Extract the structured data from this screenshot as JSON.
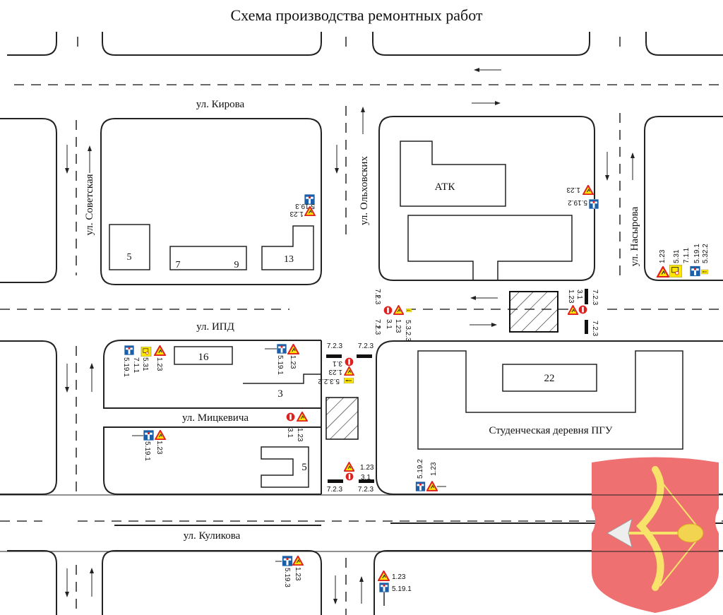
{
  "title": "Схема производства ремонтных работ",
  "streets": {
    "kirova": "ул. Кирова",
    "sovetskaya": "ул. Советская",
    "olkhovskikh": "ул. Ольховских",
    "nasyrova": "ул. Насырова",
    "ipd": "ул. ИПД",
    "mitskevicha": "ул. Мицкевича",
    "kulikova": "ул. Куликова"
  },
  "buildings": {
    "b5": "5",
    "b7": "7",
    "b9": "9",
    "b13": "13",
    "atk": "АТК",
    "b16": "16",
    "b3": "3",
    "b5b": "5",
    "b22": "22",
    "student_village": "Студенческая деревня ПГУ"
  },
  "signs": {
    "s1": "5.19.3",
    "s2": "1.23",
    "s3": "1.23",
    "s4": "5.19.2",
    "s5": "1.23",
    "s6": "5.31",
    "s7": "7.1.1",
    "s8": "5.19.1",
    "s9": "5.32.2",
    "s10": "7.2.3",
    "s11": "7.2.3",
    "s12": "3.1",
    "s13": "1.23",
    "s14": "5.3.2.3",
    "s15": "1.23",
    "s16": "3.1",
    "s17": "7.2.3",
    "s18": "7.2.3",
    "s19": "7.2.3",
    "s20": "7.2.3",
    "s21": "3.1",
    "s22": "1.23",
    "s23": "5.3.2.2",
    "s24": "5.19.1",
    "s25": "7.1.1",
    "s26": "5.31",
    "s27": "1.23",
    "s28": "5.19.1",
    "s29": "1.23",
    "s30": "3.1",
    "s31": "1.23",
    "s32": "5.19.1",
    "s33": "1.23",
    "s34": "1.23",
    "s35": "3.1",
    "s36": "7.2.3",
    "s37": "7.2.3",
    "s38": "5.19.2",
    "s39": "1.23",
    "s40": "5.19.3",
    "s41": "1.23",
    "s42": "1.23",
    "s43": "5.19.1"
  },
  "colors": {
    "warning_red": "#e02020",
    "warning_yellow": "#ffe600",
    "sign_blue": "#1a5fa8",
    "coat_red": "#ee7070",
    "bow_yellow": "#f7e36a"
  },
  "emblem": "coat-of-arms-bow-and-arrow"
}
